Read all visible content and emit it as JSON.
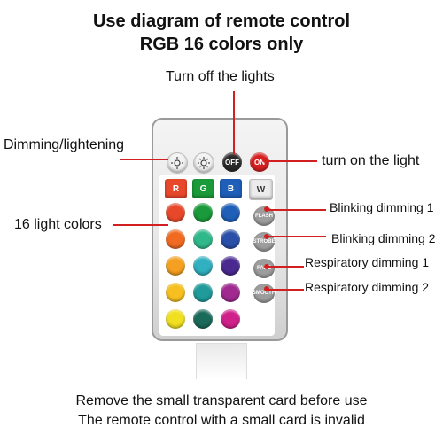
{
  "title": {
    "line1": "Use diagram of remote control",
    "line2": "RGB 16 colors only"
  },
  "labels": {
    "turn_off": "Turn off the lights",
    "dimming": "Dimming/lightening",
    "turn_on": "turn on the light",
    "light_colors": "16 light colors",
    "blink1": "Blinking dimming 1",
    "blink2": "Blinking dimming 2",
    "resp1": "Respiratory dimming 1",
    "resp2": "Respiratory dimming 2"
  },
  "buttons": {
    "off": "OFF",
    "on": "ON",
    "r": "R",
    "g": "G",
    "b": "B",
    "w": "W",
    "flash": "FLASH",
    "strobe": "STROBE",
    "fade": "FADE",
    "smooth": "SMOOTH"
  },
  "bottom": {
    "line1": "Remove the small transparent card before use",
    "line2": "The remote control with a small card is invalid"
  },
  "colors": {
    "annotation_line": "#d22020",
    "off_button": "#2a2a2a",
    "on_button": "#d62020",
    "grid": [
      [
        "#e8482a",
        "#1a9a3a",
        "#1f5fb8"
      ],
      [
        "#f06a22",
        "#2fb88a",
        "#2a4fa8"
      ],
      [
        "#f5a020",
        "#30b0c0",
        "#4a2a90"
      ],
      [
        "#f7c020",
        "#209a9a",
        "#a02a90"
      ],
      [
        "#f0e020",
        "#1a6a5a",
        "#d0208a"
      ]
    ]
  },
  "icons": [
    "brightness-down-icon",
    "brightness-up-icon"
  ]
}
